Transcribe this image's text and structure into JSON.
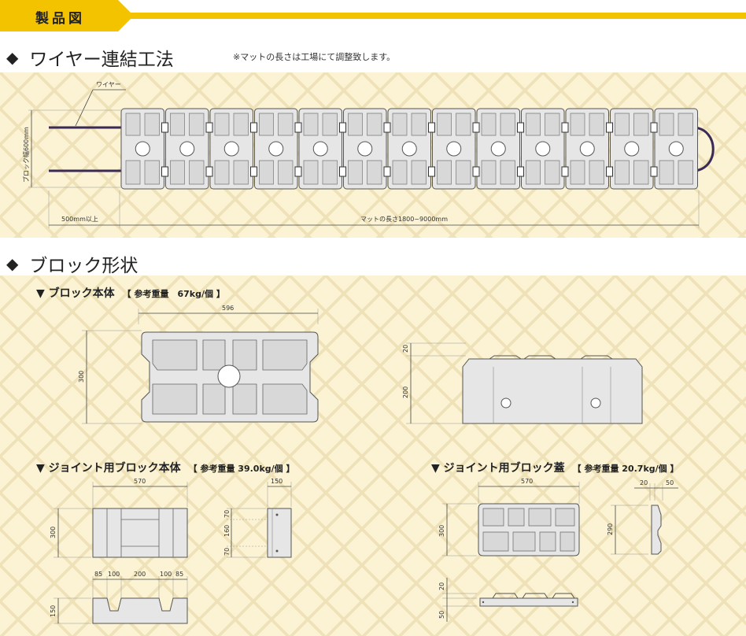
{
  "header": {
    "tab_label": "製品図"
  },
  "wire_section": {
    "title": "ワイヤー連結工法",
    "note": "※マットの長さは工場にて調整致します。",
    "label_wire": "ワイヤー",
    "label_block_width": "ブロック幅600mm",
    "label_overhang": "500mm以上",
    "label_mat_length": "マットの長さ1800~9000mm"
  },
  "shape_section": {
    "title": "ブロック形状",
    "block_body": {
      "title": "▼ ブロック本体",
      "weight": "【 参考重量　67kg/個 】",
      "dim_width": "596",
      "dim_height": "300",
      "dim_side_top": "20",
      "dim_side_body": "200"
    },
    "joint_body": {
      "title": "▼ ジョイント用ブロック本体",
      "weight": "【 参考重量 39.0kg/個 】",
      "dim_width": "570",
      "dim_height": "300",
      "dim_side_width": "150",
      "dim_side_a": "70",
      "dim_side_b": "160",
      "dim_side_c": "70",
      "dim_b1": "85",
      "dim_b2": "100",
      "dim_b3": "200",
      "dim_b4": "100",
      "dim_b5": "85",
      "dim_front_height": "150"
    },
    "joint_lid": {
      "title": "▼ ジョイント用ブロック蓋",
      "weight": "【 参考重量 20.7kg/個 】",
      "dim_width": "570",
      "dim_height": "300",
      "dim_side_a": "20",
      "dim_side_b": "50",
      "dim_side_h": "290",
      "dim_front_a": "20",
      "dim_front_b": "50"
    }
  },
  "colors": {
    "accent": "#f3c300",
    "band": "#fbf3d3",
    "block_fill": "#e6e6e6",
    "wire": "#3a2a55"
  }
}
